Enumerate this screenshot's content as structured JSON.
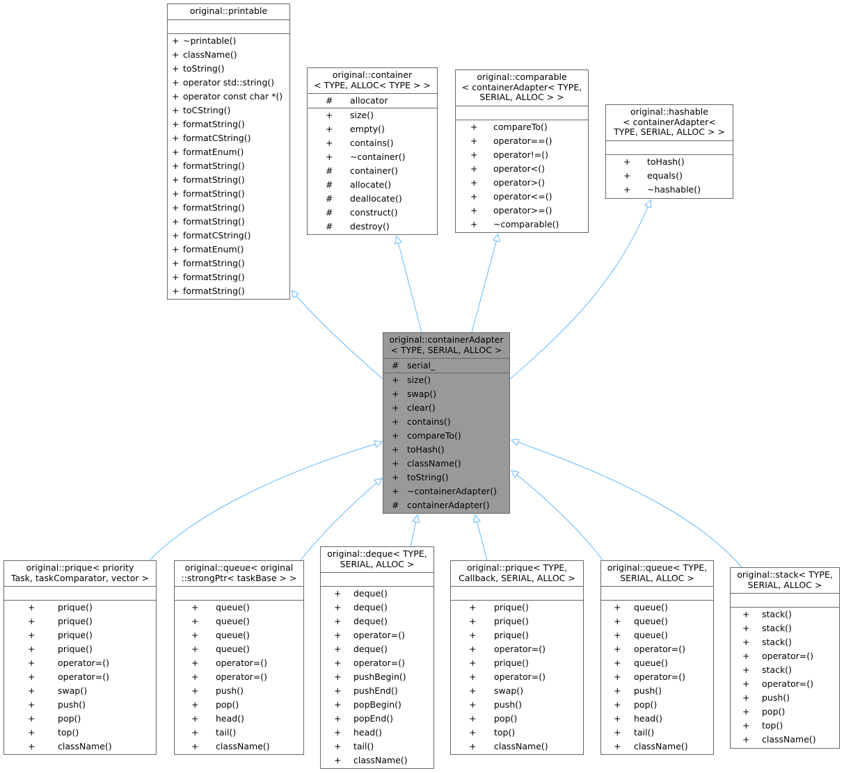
{
  "colors": {
    "edge": "#63b8ff",
    "focus_fill": "#999999",
    "border": "#666666"
  },
  "classes": [
    {
      "id": "printable",
      "title": [
        "original::printable"
      ],
      "attributes": [],
      "methods": [
        [
          "+",
          "~printable()"
        ],
        [
          "+",
          "className()"
        ],
        [
          "+",
          "toString()"
        ],
        [
          "+",
          "operator std::string()"
        ],
        [
          "+",
          "operator const char *()"
        ],
        [
          "+",
          "toCString()"
        ],
        [
          "+",
          "formatString()"
        ],
        [
          "+",
          "formatCString()"
        ],
        [
          "+",
          "formatEnum()"
        ],
        [
          "+",
          "formatString()"
        ],
        [
          "+",
          "formatString()"
        ],
        [
          "+",
          "formatString()"
        ],
        [
          "+",
          "formatString()"
        ],
        [
          "+",
          "formatString()"
        ],
        [
          "+",
          "formatCString()"
        ],
        [
          "+",
          "formatEnum()"
        ],
        [
          "+",
          "formatString()"
        ],
        [
          "+",
          "formatString()"
        ],
        [
          "+",
          "formatString()"
        ]
      ]
    },
    {
      "id": "container",
      "title": [
        "original::container",
        "< TYPE, ALLOC< TYPE > >"
      ],
      "attributes": [
        [
          "#",
          "allocator"
        ]
      ],
      "methods": [
        [
          "+",
          "size()"
        ],
        [
          "+",
          "empty()"
        ],
        [
          "+",
          "contains()"
        ],
        [
          "+",
          "~container()"
        ],
        [
          "#",
          "container()"
        ],
        [
          "#",
          "allocate()"
        ],
        [
          "#",
          "deallocate()"
        ],
        [
          "#",
          "construct()"
        ],
        [
          "#",
          "destroy()"
        ]
      ]
    },
    {
      "id": "comparable",
      "title": [
        "original::comparable",
        "< containerAdapter< TYPE,",
        "SERIAL, ALLOC > >"
      ],
      "attributes": [],
      "methods": [
        [
          "+",
          "compareTo()"
        ],
        [
          "+",
          "operator==()"
        ],
        [
          "+",
          "operator!=()"
        ],
        [
          "+",
          "operator<()"
        ],
        [
          "+",
          "operator>()"
        ],
        [
          "+",
          "operator<=()"
        ],
        [
          "+",
          "operator>=()"
        ],
        [
          "+",
          "~comparable()"
        ]
      ]
    },
    {
      "id": "hashable",
      "title": [
        "original::hashable",
        "< containerAdapter<",
        "TYPE, SERIAL, ALLOC > >"
      ],
      "attributes": [],
      "methods": [
        [
          "+",
          "toHash()"
        ],
        [
          "+",
          "equals()"
        ],
        [
          "+",
          "~hashable()"
        ]
      ]
    },
    {
      "id": "containerAdapter",
      "title": [
        "original::containerAdapter",
        "< TYPE, SERIAL, ALLOC >"
      ],
      "attributes": [
        [
          "#",
          "serial_"
        ]
      ],
      "methods": [
        [
          "+",
          "size()"
        ],
        [
          "+",
          "swap()"
        ],
        [
          "+",
          "clear()"
        ],
        [
          "+",
          "contains()"
        ],
        [
          "+",
          "compareTo()"
        ],
        [
          "+",
          "toHash()"
        ],
        [
          "+",
          "className()"
        ],
        [
          "+",
          "toString()"
        ],
        [
          "+",
          "~containerAdapter()"
        ],
        [
          "#",
          "containerAdapter()"
        ]
      ]
    },
    {
      "id": "prique1",
      "title": [
        "original::prique< priority",
        "Task, taskComparator, vector >"
      ],
      "attributes": [],
      "methods": [
        [
          "+",
          "prique()"
        ],
        [
          "+",
          "prique()"
        ],
        [
          "+",
          "prique()"
        ],
        [
          "+",
          "prique()"
        ],
        [
          "+",
          "operator=()"
        ],
        [
          "+",
          "operator=()"
        ],
        [
          "+",
          "swap()"
        ],
        [
          "+",
          "push()"
        ],
        [
          "+",
          "pop()"
        ],
        [
          "+",
          "top()"
        ],
        [
          "+",
          "className()"
        ]
      ]
    },
    {
      "id": "queue1",
      "title": [
        "original::queue< original",
        "::strongPtr< taskBase > >"
      ],
      "attributes": [],
      "methods": [
        [
          "+",
          "queue()"
        ],
        [
          "+",
          "queue()"
        ],
        [
          "+",
          "queue()"
        ],
        [
          "+",
          "queue()"
        ],
        [
          "+",
          "operator=()"
        ],
        [
          "+",
          "operator=()"
        ],
        [
          "+",
          "push()"
        ],
        [
          "+",
          "pop()"
        ],
        [
          "+",
          "head()"
        ],
        [
          "+",
          "tail()"
        ],
        [
          "+",
          "className()"
        ]
      ]
    },
    {
      "id": "deque",
      "title": [
        "original::deque< TYPE,",
        "SERIAL, ALLOC >"
      ],
      "attributes": [],
      "methods": [
        [
          "+",
          "deque()"
        ],
        [
          "+",
          "deque()"
        ],
        [
          "+",
          "deque()"
        ],
        [
          "+",
          "operator=()"
        ],
        [
          "+",
          "deque()"
        ],
        [
          "+",
          "operator=()"
        ],
        [
          "+",
          "pushBegin()"
        ],
        [
          "+",
          "pushEnd()"
        ],
        [
          "+",
          "popBegin()"
        ],
        [
          "+",
          "popEnd()"
        ],
        [
          "+",
          "head()"
        ],
        [
          "+",
          "tail()"
        ],
        [
          "+",
          "className()"
        ]
      ]
    },
    {
      "id": "prique2",
      "title": [
        "original::prique< TYPE,",
        "Callback, SERIAL, ALLOC >"
      ],
      "attributes": [],
      "methods": [
        [
          "+",
          "prique()"
        ],
        [
          "+",
          "prique()"
        ],
        [
          "+",
          "prique()"
        ],
        [
          "+",
          "operator=()"
        ],
        [
          "+",
          "prique()"
        ],
        [
          "+",
          "operator=()"
        ],
        [
          "+",
          "swap()"
        ],
        [
          "+",
          "push()"
        ],
        [
          "+",
          "pop()"
        ],
        [
          "+",
          "top()"
        ],
        [
          "+",
          "className()"
        ]
      ]
    },
    {
      "id": "queue2",
      "title": [
        "original::queue< TYPE,",
        "SERIAL, ALLOC >"
      ],
      "attributes": [],
      "methods": [
        [
          "+",
          "queue()"
        ],
        [
          "+",
          "queue()"
        ],
        [
          "+",
          "queue()"
        ],
        [
          "+",
          "operator=()"
        ],
        [
          "+",
          "queue()"
        ],
        [
          "+",
          "operator=()"
        ],
        [
          "+",
          "push()"
        ],
        [
          "+",
          "pop()"
        ],
        [
          "+",
          "head()"
        ],
        [
          "+",
          "tail()"
        ],
        [
          "+",
          "className()"
        ]
      ]
    },
    {
      "id": "stack",
      "title": [
        "original::stack< TYPE,",
        "SERIAL, ALLOC >"
      ],
      "attributes": [],
      "methods": [
        [
          "+",
          "stack()"
        ],
        [
          "+",
          "stack()"
        ],
        [
          "+",
          "stack()"
        ],
        [
          "+",
          "operator=()"
        ],
        [
          "+",
          "stack()"
        ],
        [
          "+",
          "operator=()"
        ],
        [
          "+",
          "push()"
        ],
        [
          "+",
          "pop()"
        ],
        [
          "+",
          "top()"
        ],
        [
          "+",
          "className()"
        ]
      ]
    }
  ],
  "inheritance": [
    {
      "from": "containerAdapter",
      "to": "printable"
    },
    {
      "from": "containerAdapter",
      "to": "container"
    },
    {
      "from": "containerAdapter",
      "to": "comparable"
    },
    {
      "from": "containerAdapter",
      "to": "hashable"
    },
    {
      "from": "prique1",
      "to": "containerAdapter"
    },
    {
      "from": "queue1",
      "to": "containerAdapter"
    },
    {
      "from": "deque",
      "to": "containerAdapter"
    },
    {
      "from": "prique2",
      "to": "containerAdapter"
    },
    {
      "from": "queue2",
      "to": "containerAdapter"
    },
    {
      "from": "stack",
      "to": "containerAdapter"
    }
  ]
}
